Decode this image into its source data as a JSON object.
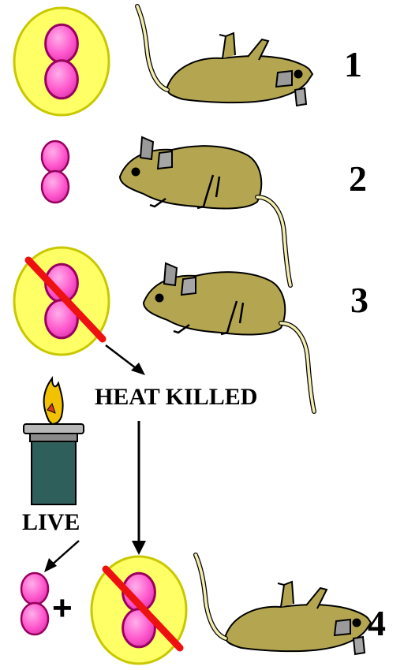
{
  "steps": [
    {
      "number": "1",
      "bacteria": "encapsulated",
      "mouse": "dead"
    },
    {
      "number": "2",
      "bacteria": "non-encapsulated",
      "mouse": "alive"
    },
    {
      "number": "3",
      "bacteria": "heat-killed encapsulated",
      "mouse": "alive"
    },
    {
      "number": "4",
      "bacteria": "live non-encapsulated + heat-killed encapsulated",
      "mouse": "dead"
    }
  ],
  "labels": {
    "heat_killed": "HEAT KILLED",
    "live": "LIVE",
    "plus": "+"
  },
  "colors": {
    "capsule": "#ffff66",
    "capsule_outline": "#c8c800",
    "cell": "#ff55cc",
    "cell_outline": "#99005e",
    "mouse_body": "#b4a651",
    "mouse_ear": "#9a9a9a",
    "strike": "#ee1111",
    "burner": "#2f5f5a",
    "flame": "#f2c200"
  },
  "icons": [
    "encapsulated-bacteria-icon",
    "bacteria-icon",
    "mouse-icon",
    "bunsen-burner-icon"
  ]
}
